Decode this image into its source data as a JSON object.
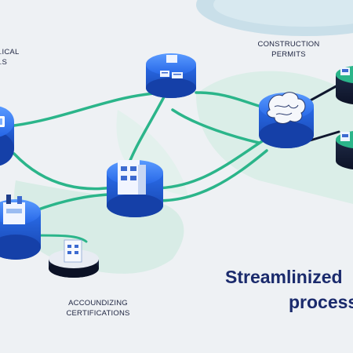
{
  "labels": {
    "top_left": [
      "...ICAL",
      "...S"
    ],
    "construction_permits": [
      "CONSTRUCTION",
      "PERMITS"
    ],
    "certifications": [
      "ACCOUNDIZING",
      "CERTIFICATIONS"
    ]
  },
  "headline": {
    "line1": "Streamlinized",
    "line2": "process"
  },
  "colors": {
    "node_blue": "#2467e0",
    "node_dark": "#143fa6",
    "connector_green": "#2bb58a",
    "connector_dark": "#10172e",
    "headline_navy": "#1a2a6c",
    "background": "#eef1f4"
  },
  "icons": [
    "monitor-icon",
    "brain-icon",
    "building-icon",
    "server-rack-icon",
    "factory-icon"
  ]
}
